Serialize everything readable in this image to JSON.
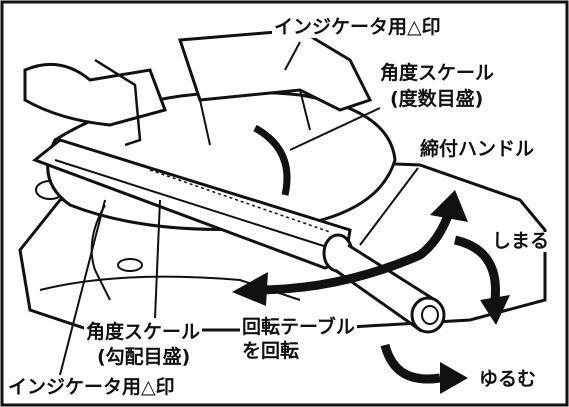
{
  "diagram": {
    "colors": {
      "ink": "#111111",
      "paper": "#ffffff",
      "shade": "#d9d9d9"
    },
    "labels": {
      "indicator_top": "インジケータ用△印",
      "angle_scale_degree": "角度スケール",
      "angle_scale_degree_sub": "(度数目盛)",
      "tightening_handle": "締付ハンドル",
      "tighten": "しまる",
      "rotate_table_line1": "回転テーブル",
      "rotate_table_line2": "を回転",
      "loosen": "ゆるむ",
      "angle_scale_slope": "角度スケール",
      "angle_scale_slope_sub": "(勾配目盛)",
      "indicator_bottom": "インジケータ用△印"
    }
  }
}
